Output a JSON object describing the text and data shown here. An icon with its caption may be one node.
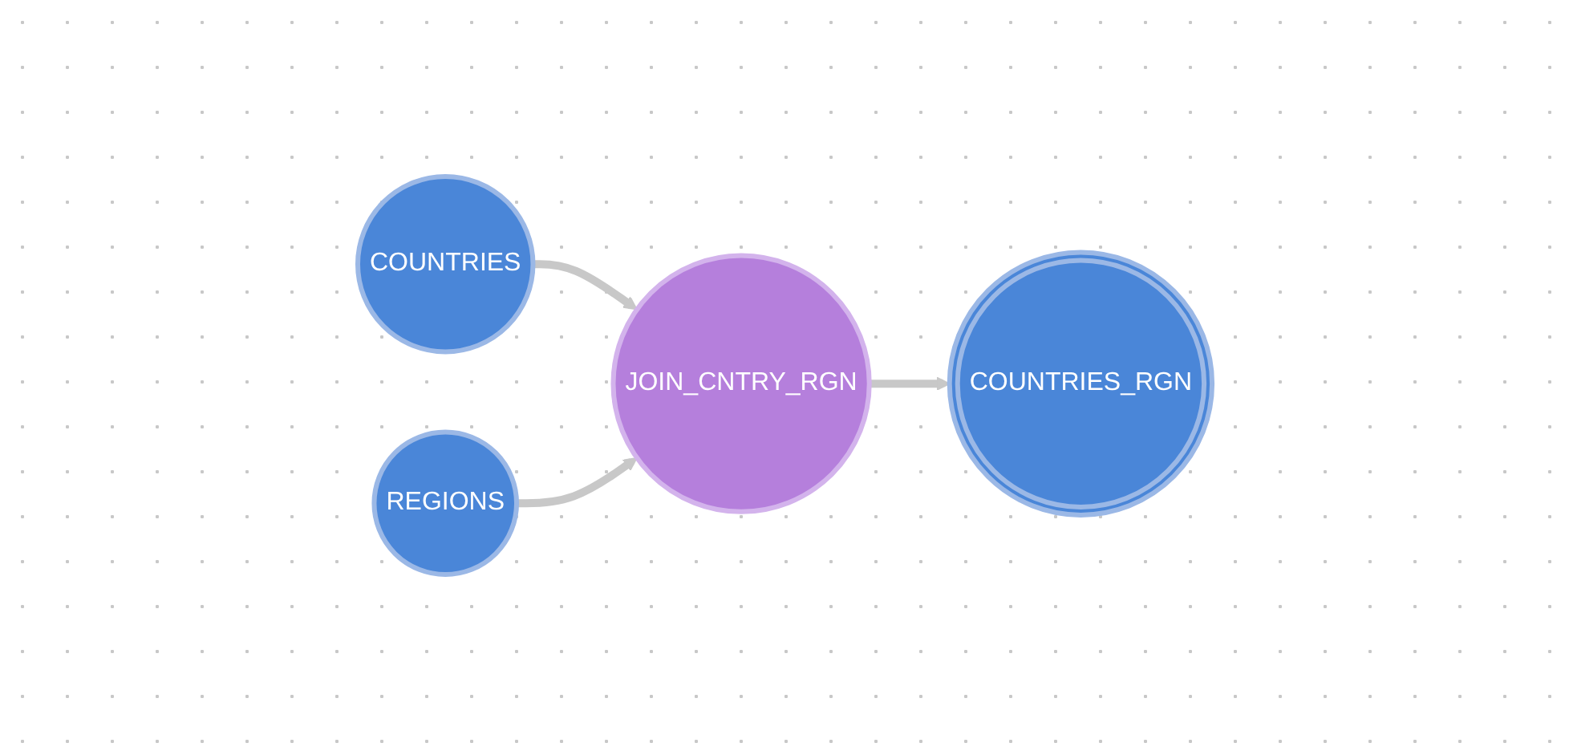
{
  "diagram": {
    "nodes": [
      {
        "text": [
          "COUNTRIES"
        ]
      },
      {
        "text": [
          "REGIONS"
        ]
      },
      {
        "text": [
          "JOIN_CNTRY_RGN"
        ]
      },
      {
        "text": [
          "COUNTRIES_RGN"
        ]
      }
    ],
    "edges": [
      {
        "from": 0,
        "to": 2,
        "arrow": "to"
      },
      {
        "from": 1,
        "to": 2,
        "arrow": "to"
      },
      {
        "from": 2,
        "to": 3,
        "arrow": "to"
      }
    ]
  }
}
